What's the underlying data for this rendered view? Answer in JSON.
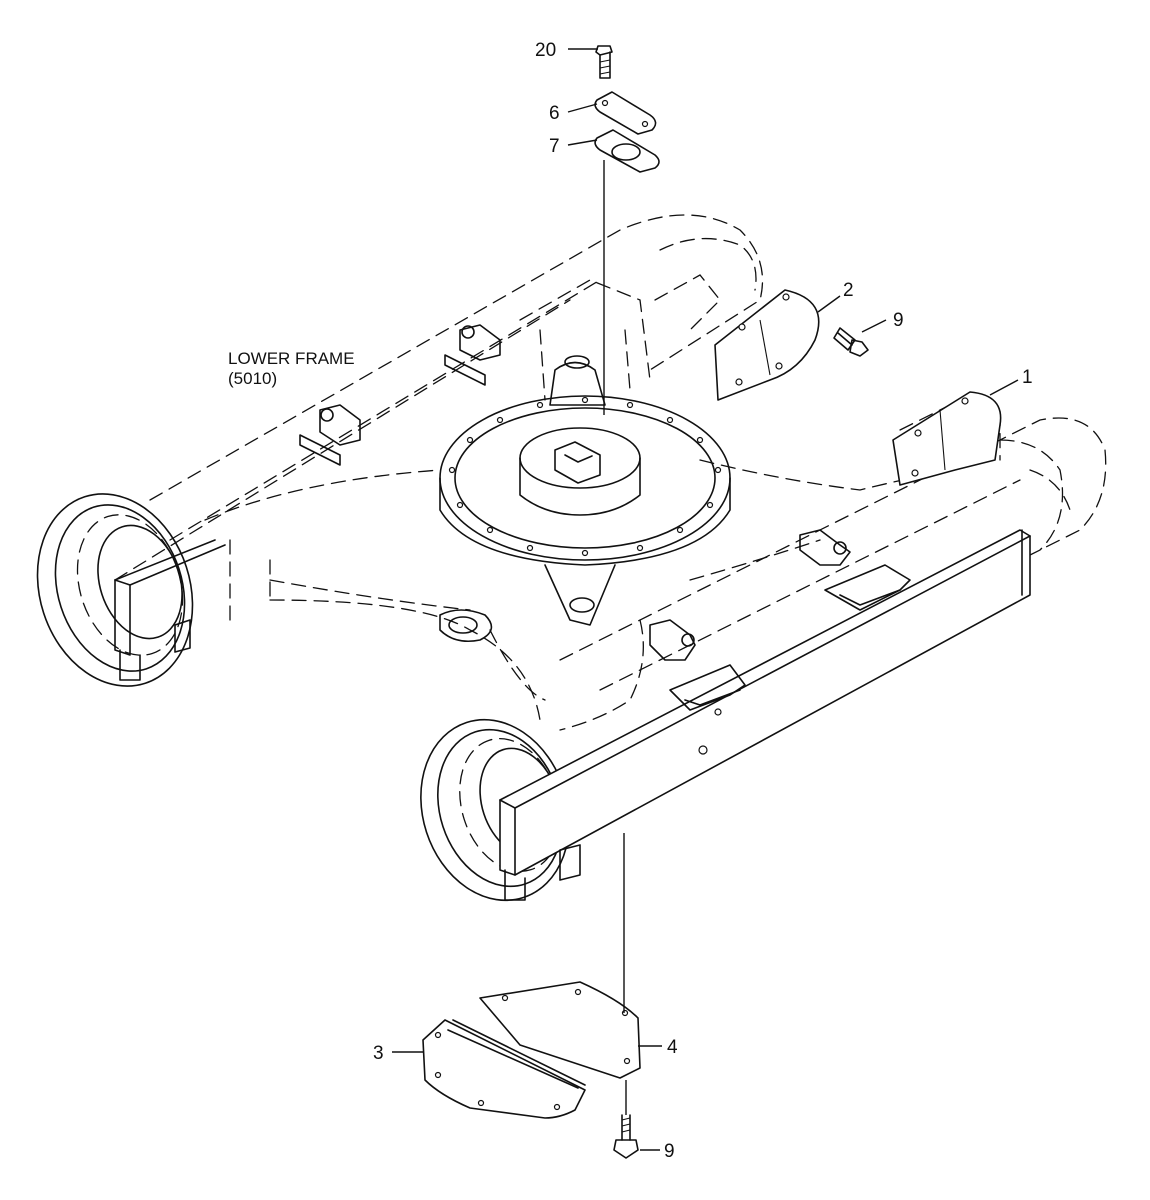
{
  "frame_label": {
    "line1": "LOWER FRAME",
    "line2": "(5010)"
  },
  "callouts": {
    "c20": "20",
    "c6": "6",
    "c7": "7",
    "c2": "2",
    "c9_top": "9",
    "c1": "1",
    "c3": "3",
    "c4": "4",
    "c9_bottom": "9"
  }
}
